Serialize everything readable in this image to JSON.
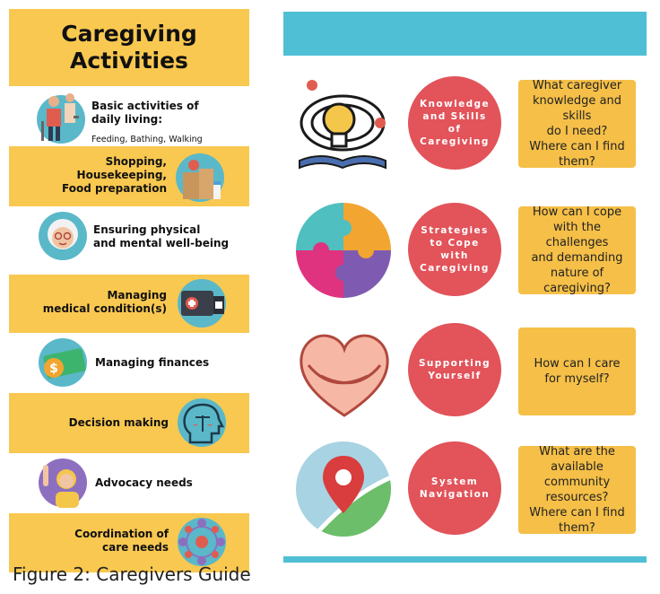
{
  "left": {
    "title_line1": "Caregiving",
    "title_line2": "Activities",
    "activities": [
      {
        "label": "Basic activities of\ndaily living:",
        "sub": "Feeding, Bathing, Walking",
        "icon": "elderly-walker-icon"
      },
      {
        "label": "Shopping,\nHousekeeping,\nFood preparation",
        "icon": "groceries-icon"
      },
      {
        "label": "Ensuring physical\nand mental well-being",
        "icon": "elderly-woman-icon"
      },
      {
        "label": "Managing\nmedical condition(s)",
        "icon": "medicine-kit-icon"
      },
      {
        "label": "Managing finances",
        "icon": "money-icon"
      },
      {
        "label": "Decision making",
        "icon": "head-scales-icon"
      },
      {
        "label": "Advocacy needs",
        "icon": "raised-hand-woman-icon"
      },
      {
        "label": "Coordination of\ncare needs",
        "icon": "network-icon"
      }
    ],
    "caption": "Figure 2: Caregivers Guide"
  },
  "right": {
    "rows": [
      {
        "circle": "Knowledge\nand Skills\nof\nCaregiving",
        "question": "What caregiver\nknowledge and skills\ndo I need?\nWhere can I find\nthem?",
        "icon": "lightbulb-book-icon"
      },
      {
        "circle": "Strategies\nto Cope\nwith\nCaregiving",
        "question": "How can I cope\nwith the challenges\nand demanding\nnature of\ncaregiving?",
        "icon": "puzzle-icon"
      },
      {
        "circle": "Supporting\nYourself",
        "question": "How can I care\nfor myself?",
        "icon": "self-hug-heart-icon"
      },
      {
        "circle": "System\nNavigation",
        "question": "What are the\navailable community\nresources?\nWhere can I find\nthem?",
        "icon": "map-pin-icon"
      }
    ]
  },
  "colors": {
    "yellow_band": "#f9c850",
    "blue_bar": "#4fbfd5",
    "red_circle": "#e2535a",
    "question_box": "#f5bf48"
  }
}
